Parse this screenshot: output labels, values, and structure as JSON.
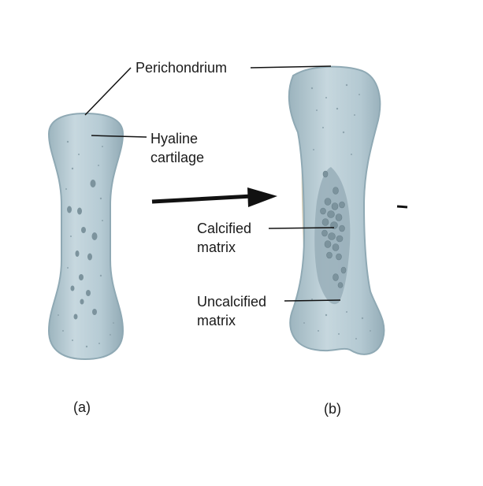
{
  "labels": {
    "perichondrium": "Perichondrium",
    "hyaline_line1": "Hyaline",
    "hyaline_line2": "cartilage",
    "calcified_line1": "Calcified",
    "calcified_line2": "matrix",
    "uncalcified_line1": "Uncalcified",
    "uncalcified_line2": "matrix",
    "panel_a": "(a)",
    "panel_b": "(b)"
  },
  "colors": {
    "cartilage_fill": "#b5cad3",
    "cartilage_edge": "#8fa9b4",
    "cartilage_highlight": "#d3e1e7",
    "calcified_fill": "#98aeb8",
    "cell_fill": "#7c939d",
    "perichondrium_band": "#d8cfb8",
    "line": "#111111"
  },
  "icons": [
    "arrow-right-icon"
  ]
}
